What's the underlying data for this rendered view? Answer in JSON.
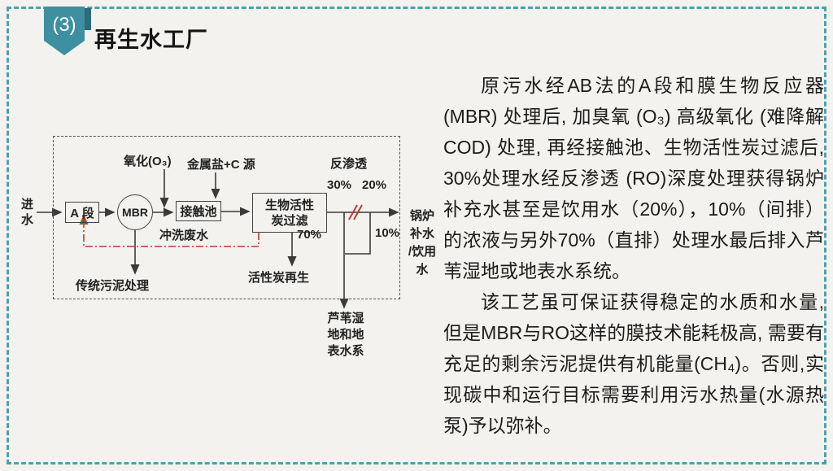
{
  "slide": {
    "badge": "(3)",
    "title": "再生水工厂"
  },
  "diagram": {
    "influent": "进水",
    "box_a": "A 段",
    "mbr": "MBR",
    "contact": "接触池",
    "bac_line1": "生物活性",
    "bac_line2": "炭过滤",
    "ozone": "氧化(O₃)",
    "metal_salt": "金属盐+C 源",
    "backwash": "冲洗废水",
    "sludge": "传统污泥处理",
    "ro": "反渗透",
    "pct30": "30%",
    "pct20": "20%",
    "pct70": "70%",
    "pct10": "10%",
    "carbon_regen": "活性炭再生",
    "boiler_line1": "锅炉",
    "boiler_line2": "补水",
    "boiler_line3": "/饮用水",
    "wetland_line1": "芦苇湿",
    "wetland_line2": "地和地",
    "wetland_line3": "表水系"
  },
  "text": {
    "para1": "原污水经AB法的A段和膜生物反应器(MBR) 处理后, 加臭氧 (O₃) 高级氧化 (难降解COD) 处理, 再经接触池、生物活性炭过滤后, 30%处理水经反渗透 (RO)深度处理获得锅炉补充水甚至是饮用水（20%），10%（间排）的浓液与另外70%（直排）处理水最后排入芦苇湿地或地表水系统。",
    "para2": "该工艺虽可保证获得稳定的水质和水量, 但是MBR与RO这样的膜技术能耗极高, 需要有充足的剩余污泥提供有机能量(CH₄)。否则,实现碳中和运行目标需要利用污水热量(水源热泵)予以弥补。"
  },
  "colors": {
    "accent_teal": "#3e8fa0",
    "border_teal": "#4ba1b0",
    "line_dark": "#3a3a3a",
    "line_red": "#c0392b"
  }
}
